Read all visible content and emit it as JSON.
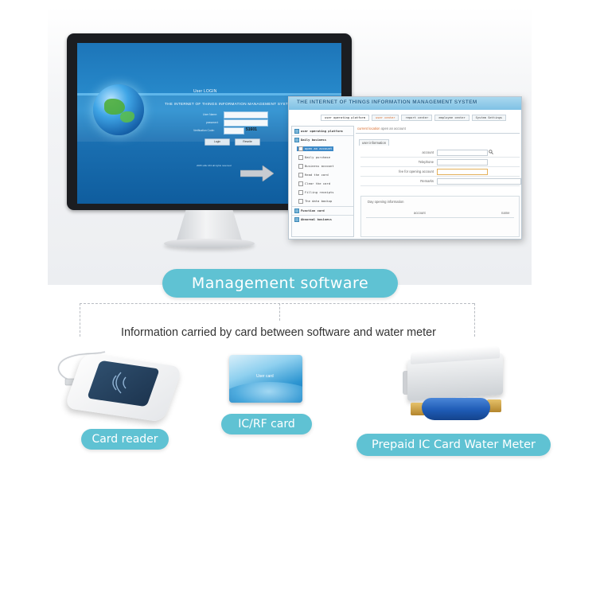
{
  "screen": {
    "user_login": "User LOGIN",
    "system_title": "THE INTERNET OF THINGS INFORMATION MANAGEMENT SYSTEM",
    "user_name_label": "User Name:",
    "password_label": "password:",
    "verification_label": "Verification Code:",
    "verification_code": "51601",
    "login_button": "Login",
    "reset_button": "Rewrite",
    "copyright": "2005 sdfe 163 all rights reserved"
  },
  "app": {
    "title": "THE INTERNET OF THINGS INFORMATION MANAGEMENT SYSTEM",
    "tabs": [
      "user operating platform",
      "user center",
      "report center",
      "employee center",
      "System Settings"
    ],
    "sidebar": [
      {
        "label": "user operating platform",
        "type": "group"
      },
      {
        "label": "Daily business",
        "type": "group"
      },
      {
        "label": "open an account",
        "type": "selected"
      },
      {
        "label": "Daily purchase",
        "type": "item"
      },
      {
        "label": "Business account",
        "type": "item"
      },
      {
        "label": "Read the card",
        "type": "item"
      },
      {
        "label": "Clear the card",
        "type": "item"
      },
      {
        "label": "Filling receipts",
        "type": "item"
      },
      {
        "label": "The data backup",
        "type": "item"
      },
      {
        "label": "Function card",
        "type": "group"
      },
      {
        "label": "Abnormal business",
        "type": "group"
      }
    ],
    "crumb_prefix": "current location",
    "crumb_page": "open an account",
    "section": "user information",
    "form": {
      "account": "account",
      "telephone": "Telephone",
      "fee": "fee for opening account",
      "remarks": "Remarks"
    },
    "day_title": "Day opening information",
    "day_col_account": "account",
    "day_col_name": "name"
  },
  "labels": {
    "management": "Management software",
    "info": "Information carried by card between software and water meter",
    "reader": "Card reader",
    "card": "IC/RF card",
    "meter": "Prepaid IC Card Water Meter",
    "card_print": "User card"
  },
  "colors": {
    "pill": "#5fc2d3",
    "screen_blue": "#1d75b8",
    "meter_blue": "#1e5bb5"
  }
}
